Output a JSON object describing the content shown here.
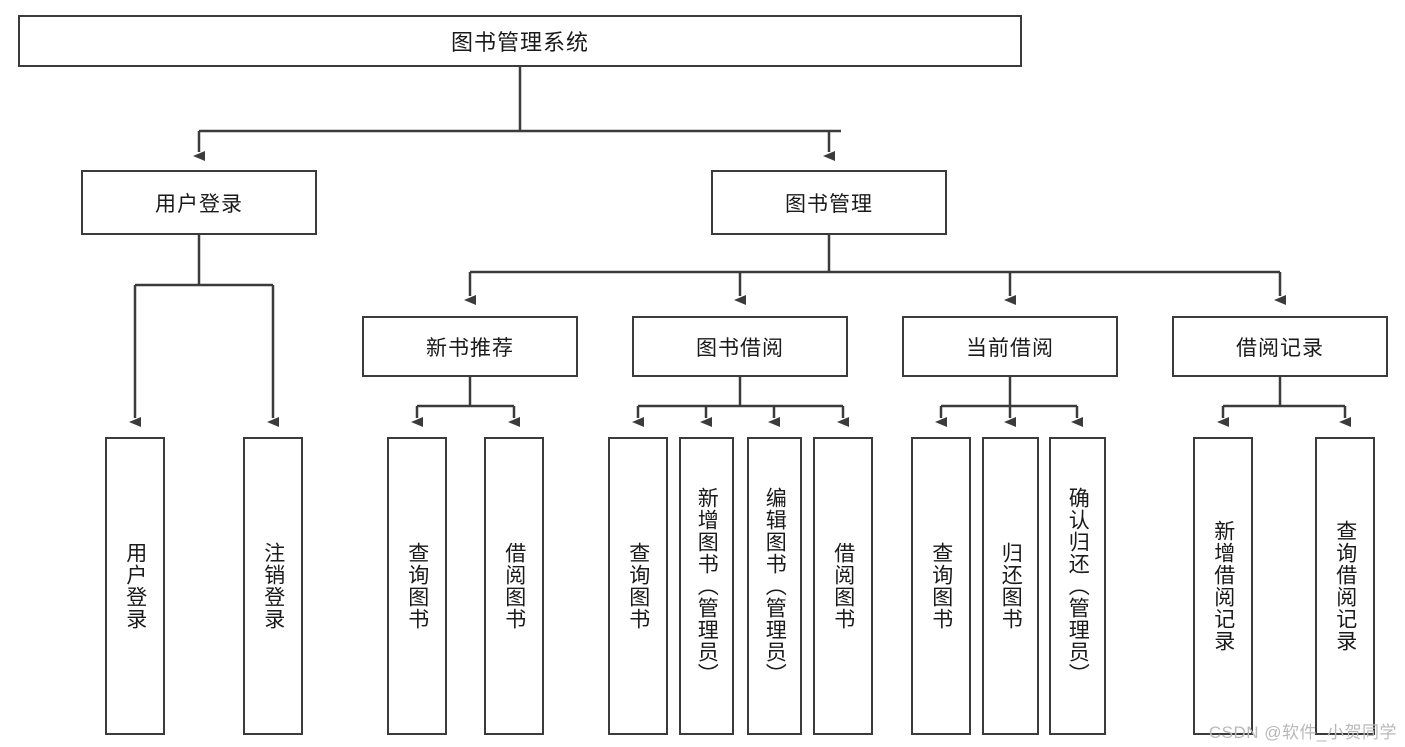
{
  "diagram": {
    "type": "tree",
    "title": "图书管理系统",
    "watermark": "CSDN @软件_小贺同学",
    "colors": {
      "node_border": "#3b3b3b",
      "node_fill": "#ffffff",
      "connector": "#3b3b3b",
      "text": "#1a1a1a",
      "watermark": "#b9b9b9",
      "background": "#ffffff"
    },
    "levels": [
      {
        "level": 0,
        "nodes": [
          {
            "id": "root",
            "label": "图书管理系统",
            "orientation": "horizontal"
          }
        ]
      },
      {
        "level": 1,
        "nodes": [
          {
            "id": "user-login",
            "label": "用户登录",
            "orientation": "horizontal",
            "parent": "root"
          },
          {
            "id": "book-management",
            "label": "图书管理",
            "orientation": "horizontal",
            "parent": "root"
          }
        ]
      },
      {
        "level": 2,
        "nodes": [
          {
            "id": "new-book-recommend",
            "label": "新书推荐",
            "orientation": "horizontal",
            "parent": "book-management"
          },
          {
            "id": "book-borrow",
            "label": "图书借阅",
            "orientation": "horizontal",
            "parent": "book-management"
          },
          {
            "id": "current-borrow",
            "label": "当前借阅",
            "orientation": "horizontal",
            "parent": "book-management"
          },
          {
            "id": "borrow-record",
            "label": "借阅记录",
            "orientation": "horizontal",
            "parent": "book-management"
          }
        ]
      },
      {
        "level": 3,
        "nodes": [
          {
            "id": "leaf-user-login",
            "label": "用户登录",
            "orientation": "vertical",
            "parent": "user-login"
          },
          {
            "id": "leaf-logout",
            "label": "注销登录",
            "orientation": "vertical",
            "parent": "user-login"
          },
          {
            "id": "leaf-query-book-1",
            "label": "查询图书",
            "orientation": "vertical",
            "parent": "new-book-recommend"
          },
          {
            "id": "leaf-borrow-book-1",
            "label": "借阅图书",
            "orientation": "vertical",
            "parent": "new-book-recommend"
          },
          {
            "id": "leaf-query-book-2",
            "label": "查询图书",
            "orientation": "vertical",
            "parent": "book-borrow"
          },
          {
            "id": "leaf-add-book",
            "label": "新增图书（管理员）",
            "orientation": "vertical",
            "parent": "book-borrow"
          },
          {
            "id": "leaf-edit-book",
            "label": "编辑图书（管理员）",
            "orientation": "vertical",
            "parent": "book-borrow"
          },
          {
            "id": "leaf-borrow-book-2",
            "label": "借阅图书",
            "orientation": "vertical",
            "parent": "book-borrow"
          },
          {
            "id": "leaf-query-book-3",
            "label": "查询图书",
            "orientation": "vertical",
            "parent": "current-borrow"
          },
          {
            "id": "leaf-return-book",
            "label": "归还图书",
            "orientation": "vertical",
            "parent": "current-borrow"
          },
          {
            "id": "leaf-confirm-return",
            "label": "确认归还（管理员）",
            "orientation": "vertical",
            "parent": "current-borrow"
          },
          {
            "id": "leaf-add-record",
            "label": "新增借阅记录",
            "orientation": "vertical",
            "parent": "borrow-record"
          },
          {
            "id": "leaf-query-record",
            "label": "查询借阅记录",
            "orientation": "vertical",
            "parent": "borrow-record"
          }
        ]
      }
    ]
  }
}
